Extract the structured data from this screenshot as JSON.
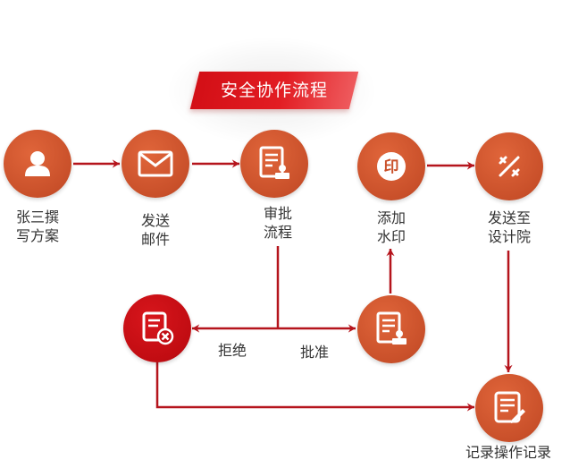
{
  "title": "安全协作流程",
  "nodes": {
    "write": {
      "line1": "张三撰",
      "line2": "写方案",
      "icon": "user-icon"
    },
    "send_mail": {
      "line1": "发送",
      "line2": "邮件",
      "icon": "envelope-icon"
    },
    "approval": {
      "line1": "审批",
      "line2": "流程",
      "icon": "document-stamp-icon"
    },
    "watermark": {
      "line1": "添加",
      "line2": "水印",
      "icon": "seal-icon"
    },
    "send_institute": {
      "line1": "发送至",
      "line2": "设计院",
      "icon": "tools-icon"
    },
    "rejected": {
      "icon": "document-reject-icon"
    },
    "approved": {
      "icon": "document-stamp-icon"
    },
    "record": {
      "line1": "记录操作记录",
      "icon": "document-edit-icon"
    }
  },
  "edges": {
    "reject_label": "拒绝",
    "approve_label": "批准"
  },
  "colors": {
    "accent": "#c9502a",
    "reject": "#c10c12",
    "arrow": "#b5141c"
  }
}
